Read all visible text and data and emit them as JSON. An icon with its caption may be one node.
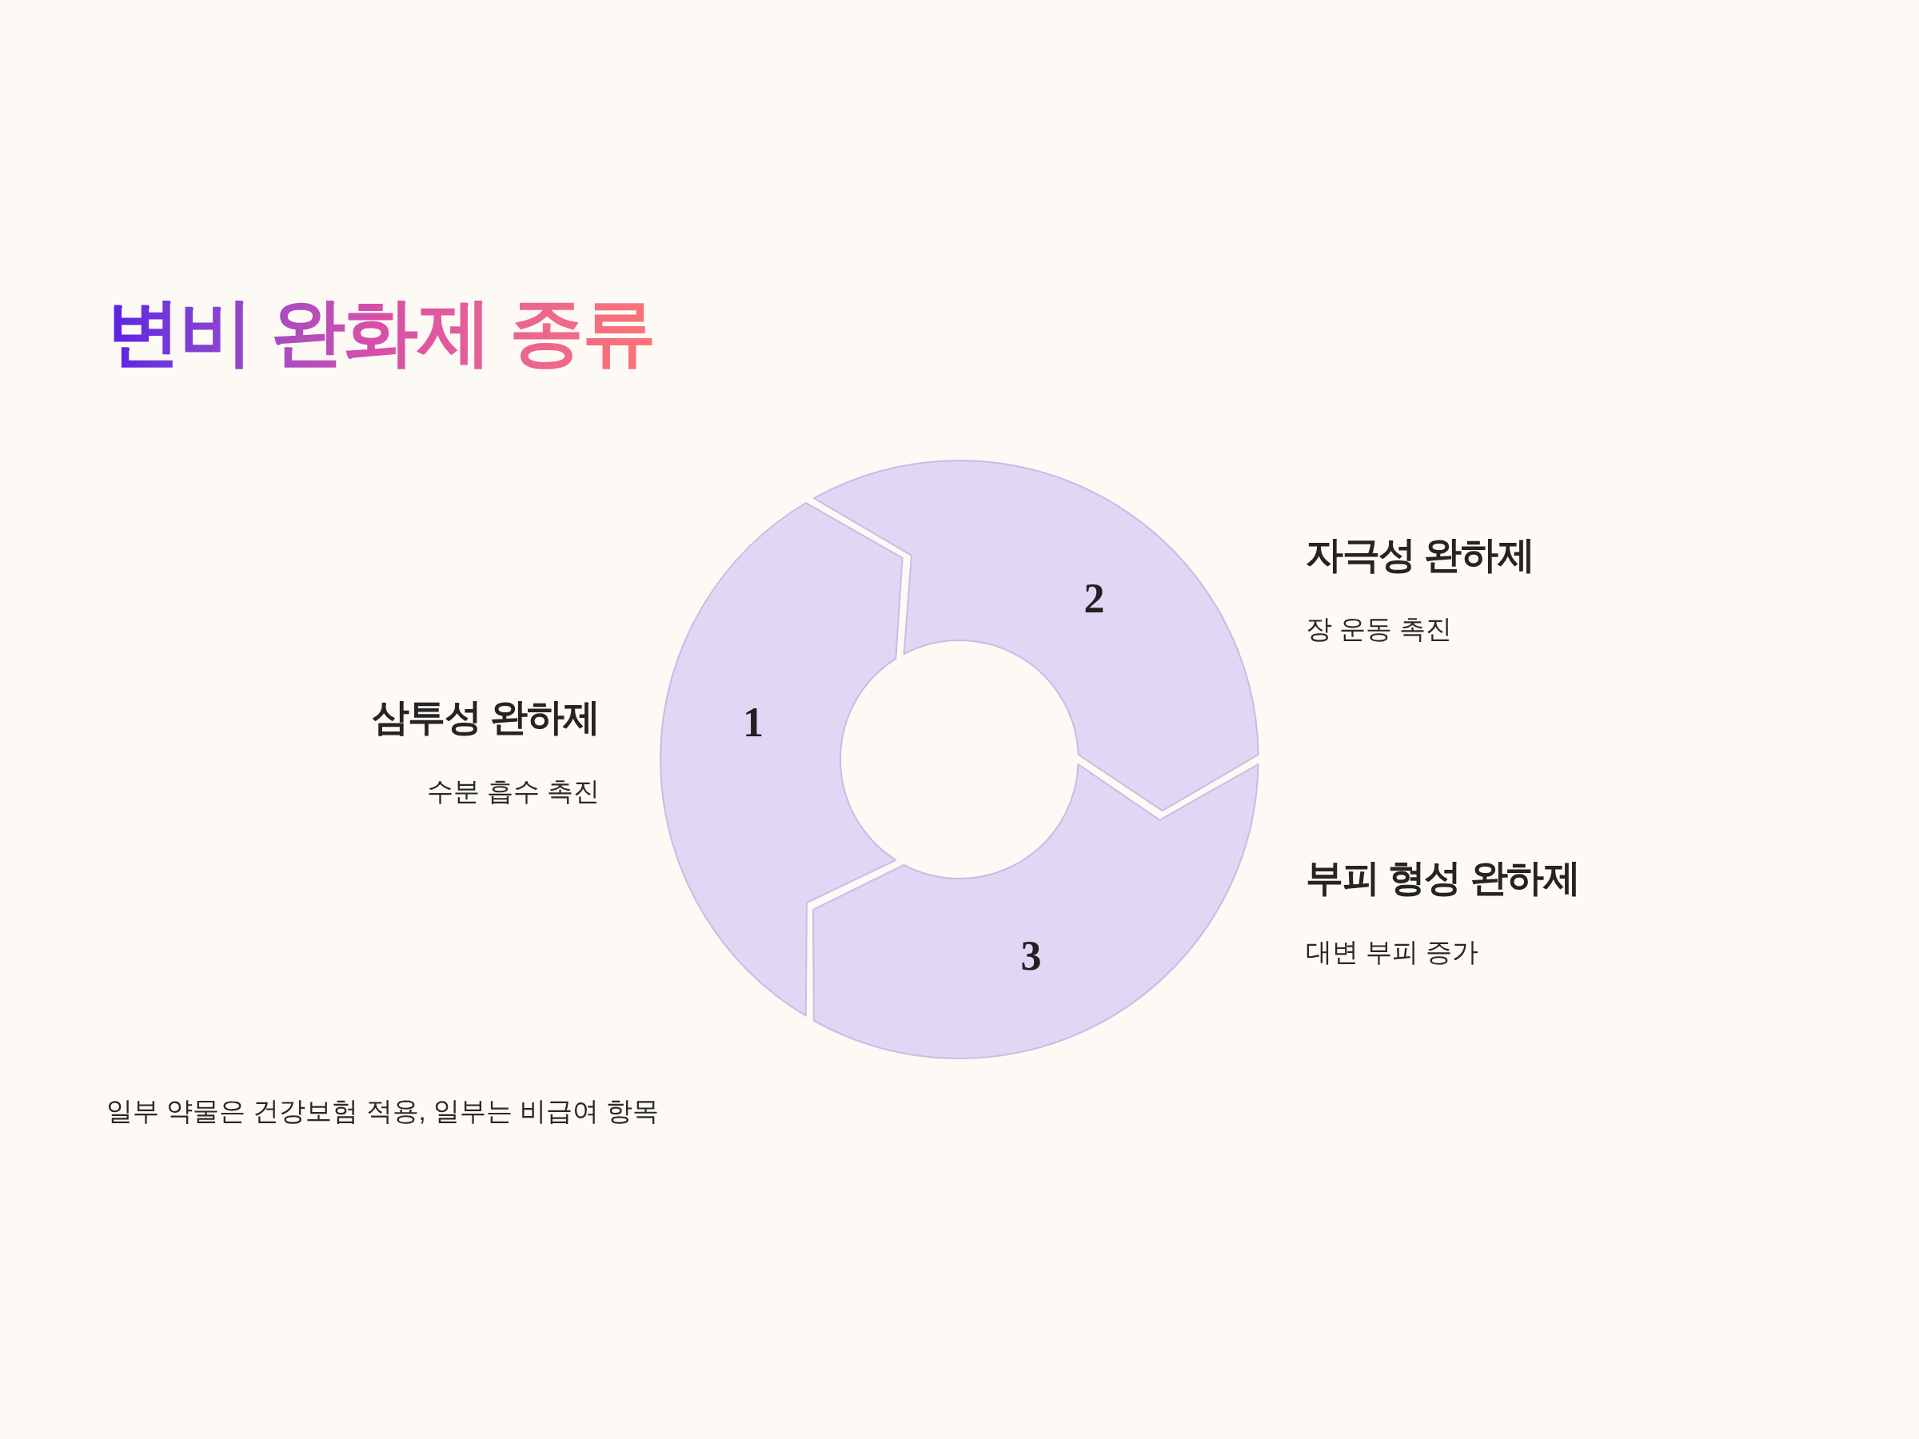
{
  "diagram": {
    "title": "변비 완화제 종류",
    "nodes": [
      {
        "text": [
          "1"
        ],
        "beside": [
          "삼투성 완하제",
          "수분 흡수 촉진"
        ]
      },
      {
        "text": [
          "2"
        ],
        "beside": [
          "자극성 완하제",
          "장 운동 촉진"
        ]
      },
      {
        "text": [
          "3"
        ],
        "beside": [
          "부피 형성 완하제",
          "대변 부피 증가"
        ]
      }
    ],
    "labels": [
      "일부 약물은 건강보험 적용, 일부는 비급여 항목"
    ]
  }
}
